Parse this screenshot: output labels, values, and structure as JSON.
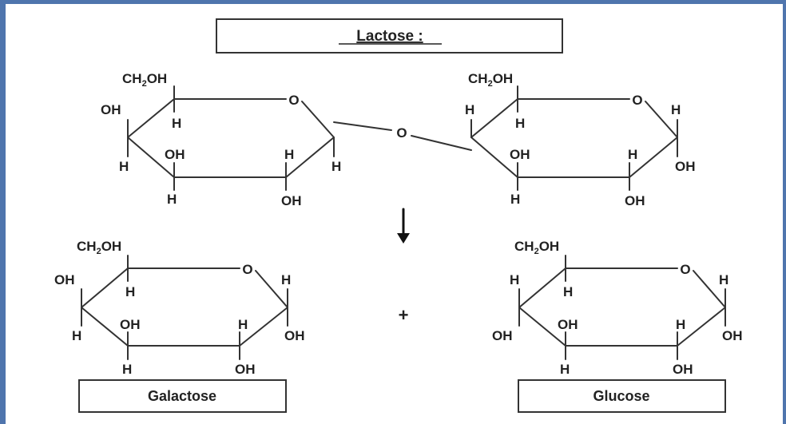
{
  "title": "Lactose :",
  "products": {
    "left": "Galactose",
    "right": "Glucose"
  },
  "plus": "+",
  "atoms": {
    "ch2oh_main": "CH",
    "ch2oh_sub": "2",
    "ch2oh_tail": "OH",
    "oh": "OH",
    "h": "H",
    "ring_o": "O",
    "bridge_o": "O"
  },
  "colors": {
    "frame": "#4f75ad",
    "ink": "#222222"
  }
}
